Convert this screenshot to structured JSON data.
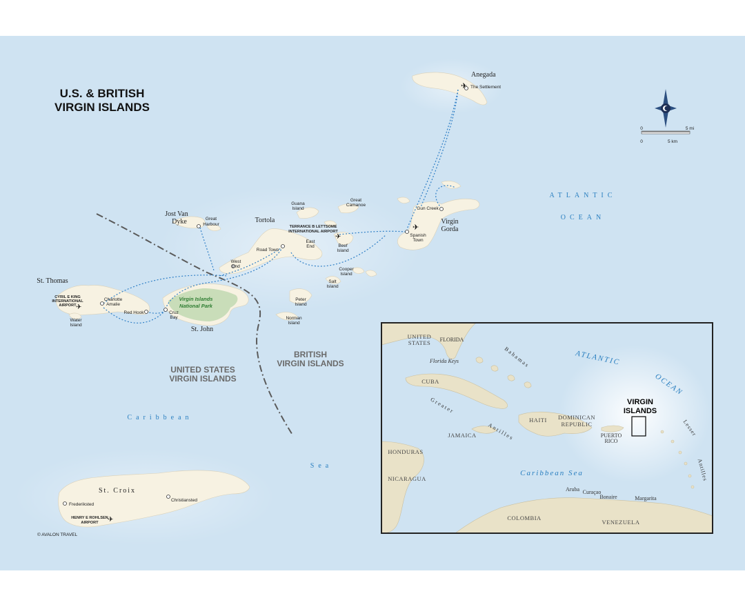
{
  "map": {
    "title_line1": "U.S. & BRITISH",
    "title_line2": "VIRGIN ISLANDS",
    "credit": "© AVALON TRAVEL",
    "scale": {
      "zero_mi": "0",
      "five_mi": "5 mi",
      "zero_km": "0",
      "five_km": "5 km"
    },
    "islands": {
      "anegada": "Anegada",
      "jost_van_dyke_1": "Jost Van",
      "jost_van_dyke_2": "Dyke",
      "tortola": "Tortola",
      "virgin_gorda_1": "Virgin",
      "virgin_gorda_2": "Gorda",
      "st_thomas": "St. Thomas",
      "st_john": "St. John",
      "st_croix": "St. Croix",
      "guana_1": "Guana",
      "guana_2": "Island",
      "great_camanoe_1": "Great",
      "great_camanoe_2": "Camanoe",
      "beef_1": "Beef",
      "beef_2": "Island",
      "cooper_1": "Cooper",
      "cooper_2": "Island",
      "salt_1": "Salt",
      "salt_2": "Island",
      "peter_1": "Peter",
      "peter_2": "Island",
      "norman_1": "Norman",
      "norman_2": "Island",
      "water_1": "Water",
      "water_2": "Island"
    },
    "places": {
      "the_settlement": "The Settlement",
      "great_harbour_1": "Great",
      "great_harbour_2": "Harbour",
      "road_town": "Road Town",
      "west_end_1": "West",
      "west_end_2": "End",
      "east_end_1": "East",
      "east_end_2": "End",
      "gun_creek": "Gun Creek",
      "spanish_town_1": "Spanish",
      "spanish_town_2": "Town",
      "charlotte_amalie_1": "Charlotte",
      "charlotte_amalie_2": "Amalie",
      "red_hook": "Red Hook",
      "cruz_bay_1": "Cruz",
      "cruz_bay_2": "Bay",
      "frederiksted": "Frederiksted",
      "christiansted": "Christiansted"
    },
    "airports": {
      "terrance_1": "TERRANCE B LETTSOME",
      "terrance_2": "INTERNATIONAL AIRPORT",
      "cyril_1": "CYRIL E KING",
      "cyril_2": "INTERNATIONAL",
      "cyril_3": "AIRPORT",
      "henry_1": "HENRY E ROHLSEN",
      "henry_2": "AIRPORT"
    },
    "park_1": "Virgin Islands",
    "park_2": "National Park",
    "regions": {
      "usvi_1": "UNITED STATES",
      "usvi_2": "VIRGIN ISLANDS",
      "bvi_1": "BRITISH",
      "bvi_2": "VIRGIN ISLANDS"
    },
    "water": {
      "atlantic": "ATLANTIC",
      "ocean": "OCEAN",
      "caribbean": "Caribbean",
      "sea": "Sea"
    }
  },
  "inset": {
    "united_states_1": "UNITED",
    "united_states_2": "STATES",
    "florida": "FLORIDA",
    "florida_keys": "Florida Keys",
    "bahamas": "Bahamas",
    "cuba": "CUBA",
    "greater": "Greater",
    "antilles": "Antilles",
    "haiti": "HAITI",
    "dominican_1": "DOMINICAN",
    "dominican_2": "REPUBLIC",
    "jamaica": "JAMAICA",
    "puerto_1": "PUERTO",
    "puerto_2": "RICO",
    "virgin_islands_1": "VIRGIN",
    "virgin_islands_2": "ISLANDS",
    "lesser": "Lesser",
    "lesser_antilles": "Antilles",
    "atlantic": "ATLANTIC",
    "ocean": "OCEAN",
    "honduras": "HONDURAS",
    "nicaragua": "NICARAGUA",
    "caribbean_sea": "Caribbean Sea",
    "aruba": "Aruba",
    "curacao": "Curaçao",
    "bonaire": "Bonaire",
    "margarita": "Margarita",
    "colombia": "COLOMBIA",
    "venezuela": "VENEZUELA"
  }
}
